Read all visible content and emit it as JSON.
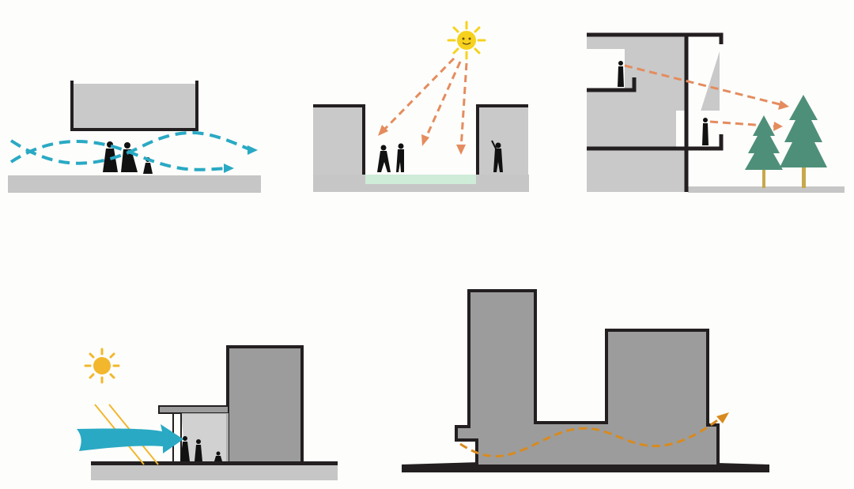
{
  "diagram": {
    "panels": [
      {
        "id": "wind-under-raised-volume",
        "icon": "wind-flow"
      },
      {
        "id": "sunlit-courtyard",
        "icon": "smiling-sun"
      },
      {
        "id": "terrace-views-to-trees",
        "icon": "sightlines"
      },
      {
        "id": "canopy-sun-and-wind",
        "icon": "sun"
      },
      {
        "id": "section-airflow",
        "icon": "airflow-arrow"
      }
    ],
    "colors": {
      "background": "#fdfdfb",
      "building_fill": "#c9c9c9",
      "building_dark": "#9c9c9c",
      "outline": "#231f20",
      "ground": "#c6c6c6",
      "wind": "#29a9c4",
      "sun_arrow": "#e48c5e",
      "sun": "#f6d21e",
      "sun_alt": "#f2b72c",
      "tree": "#4e8f7a",
      "tree_trunk": "#c8a84b",
      "pool": "#cfecd8",
      "airflow": "#d98a1e"
    }
  }
}
